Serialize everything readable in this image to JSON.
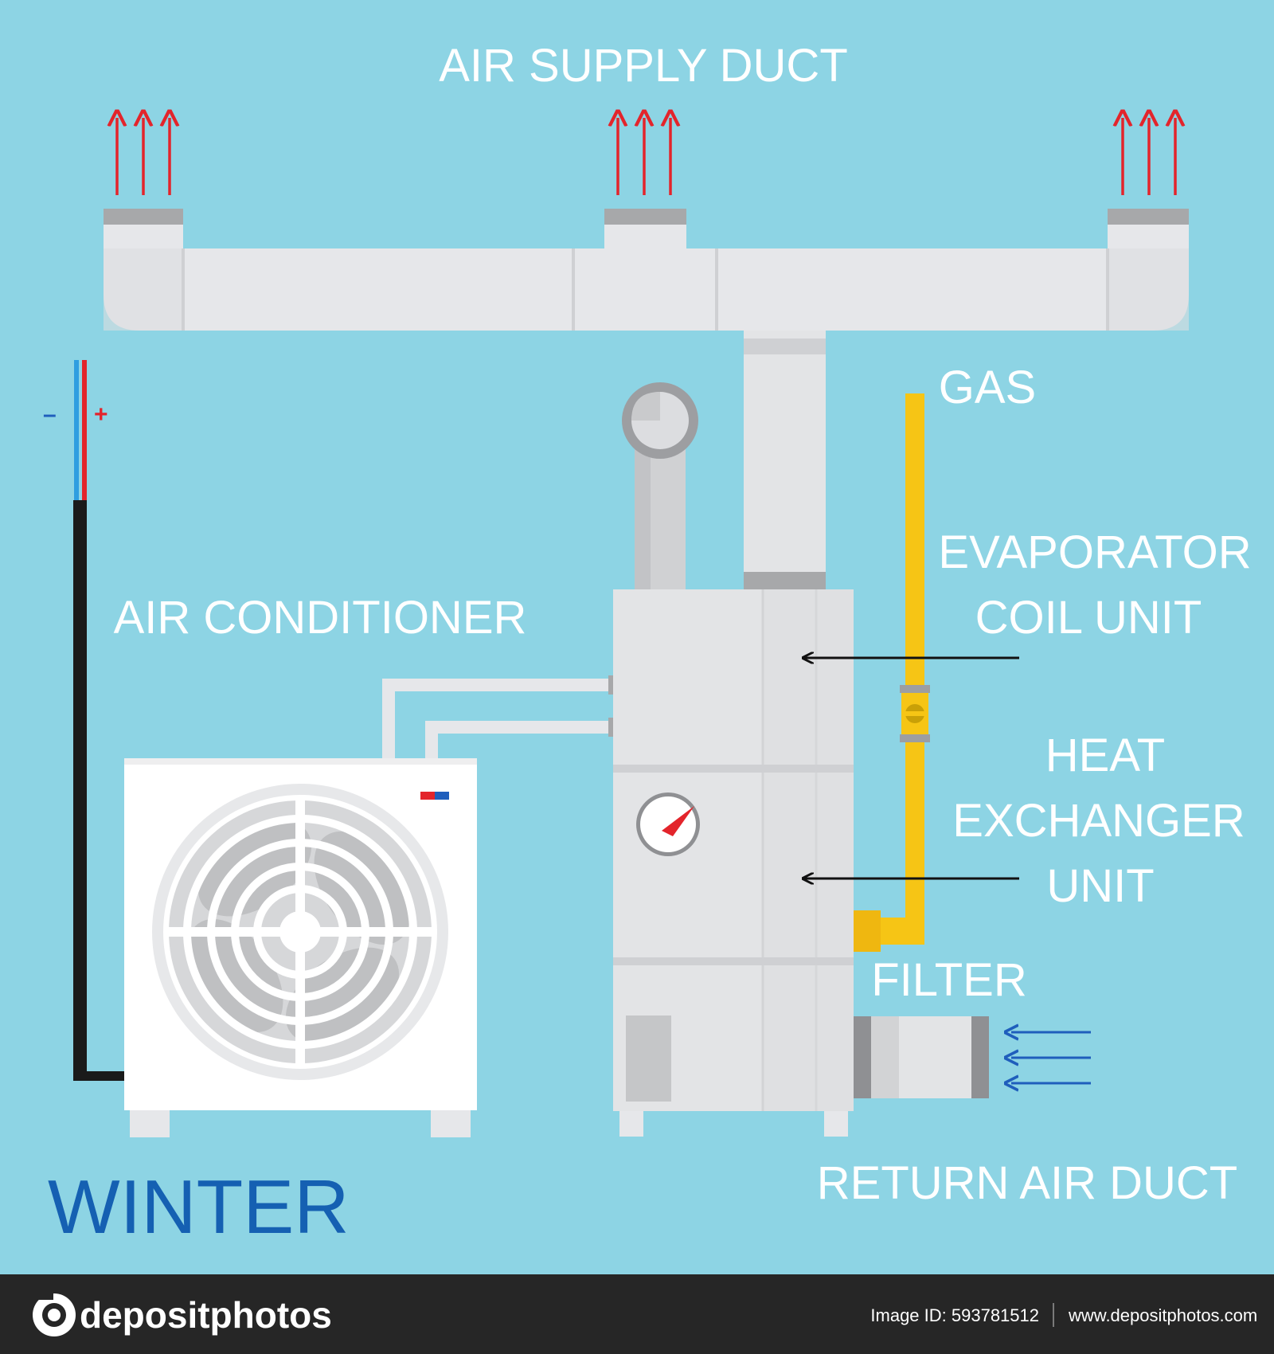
{
  "labels": {
    "air_supply_duct": "AIR SUPPLY DUCT",
    "gas": "GAS",
    "evaporator_line1": "EVAPORATOR",
    "evaporator_line2": "COIL UNIT",
    "air_conditioner": "AIR CONDITIONER",
    "heat_line1": "HEAT",
    "heat_line2": "EXCHANGER",
    "heat_line3": "UNIT",
    "filter": "FILTER",
    "return_air_duct": "RETURN AIR DUCT",
    "season": "WINTER",
    "minus": "–",
    "plus": "+"
  },
  "footer": {
    "brand": "depositphotos",
    "image_id": "Image ID: 593781512",
    "site": "www.depositphotos.com"
  },
  "colors": {
    "background": "#8dd4e4",
    "duct": "#e6e7ea",
    "unit": "#e3e4e6",
    "gas_pipe": "#f6c515",
    "supply_arrow": "#e3242b",
    "return_arrow": "#1f5ebc",
    "season_text": "#1560b2",
    "footer_bg": "#262626"
  },
  "icons": {
    "fan": "fan-icon",
    "gauge": "pressure-gauge-icon",
    "valve": "gas-valve-icon",
    "logo": "depositphotos-logo-icon"
  }
}
